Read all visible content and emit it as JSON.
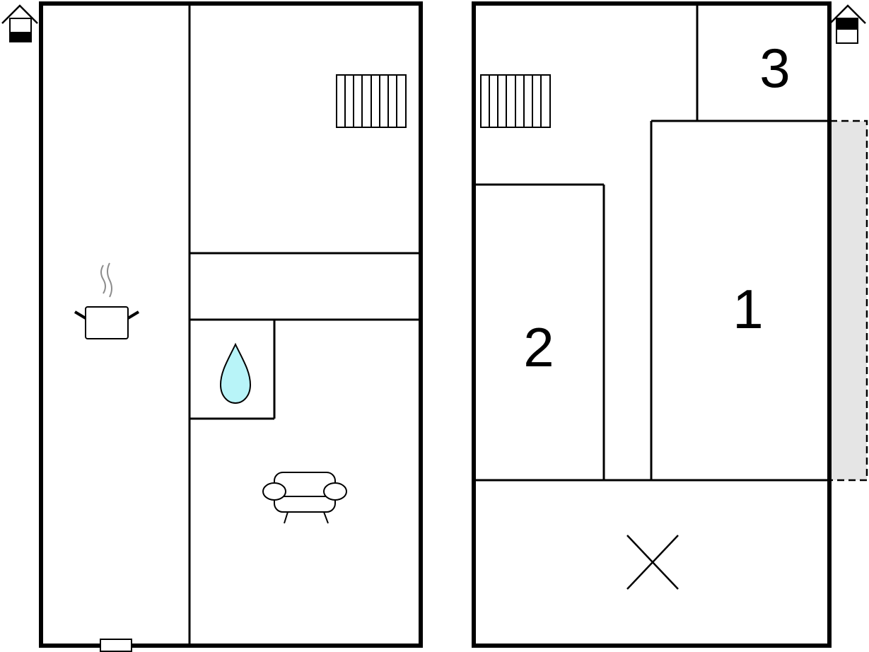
{
  "floors": [
    {
      "name": "ground-floor",
      "icons": [
        "house-level-icon",
        "stairs-icon",
        "kitchen-pot-icon",
        "water-drop-icon",
        "sofa-icon",
        "door-icon"
      ]
    },
    {
      "name": "upper-floor",
      "icons": [
        "house-level-icon",
        "stairs-icon",
        "void-cross-icon"
      ],
      "rooms": [
        {
          "label": "1"
        },
        {
          "label": "2"
        },
        {
          "label": "3"
        }
      ],
      "balcony": {
        "style": "dashed",
        "fill": "#e5e5e5"
      }
    }
  ],
  "colors": {
    "wall": "#000000",
    "water": "#b8f4f8",
    "balcony": "#e5e5e5",
    "background": "#ffffff"
  }
}
